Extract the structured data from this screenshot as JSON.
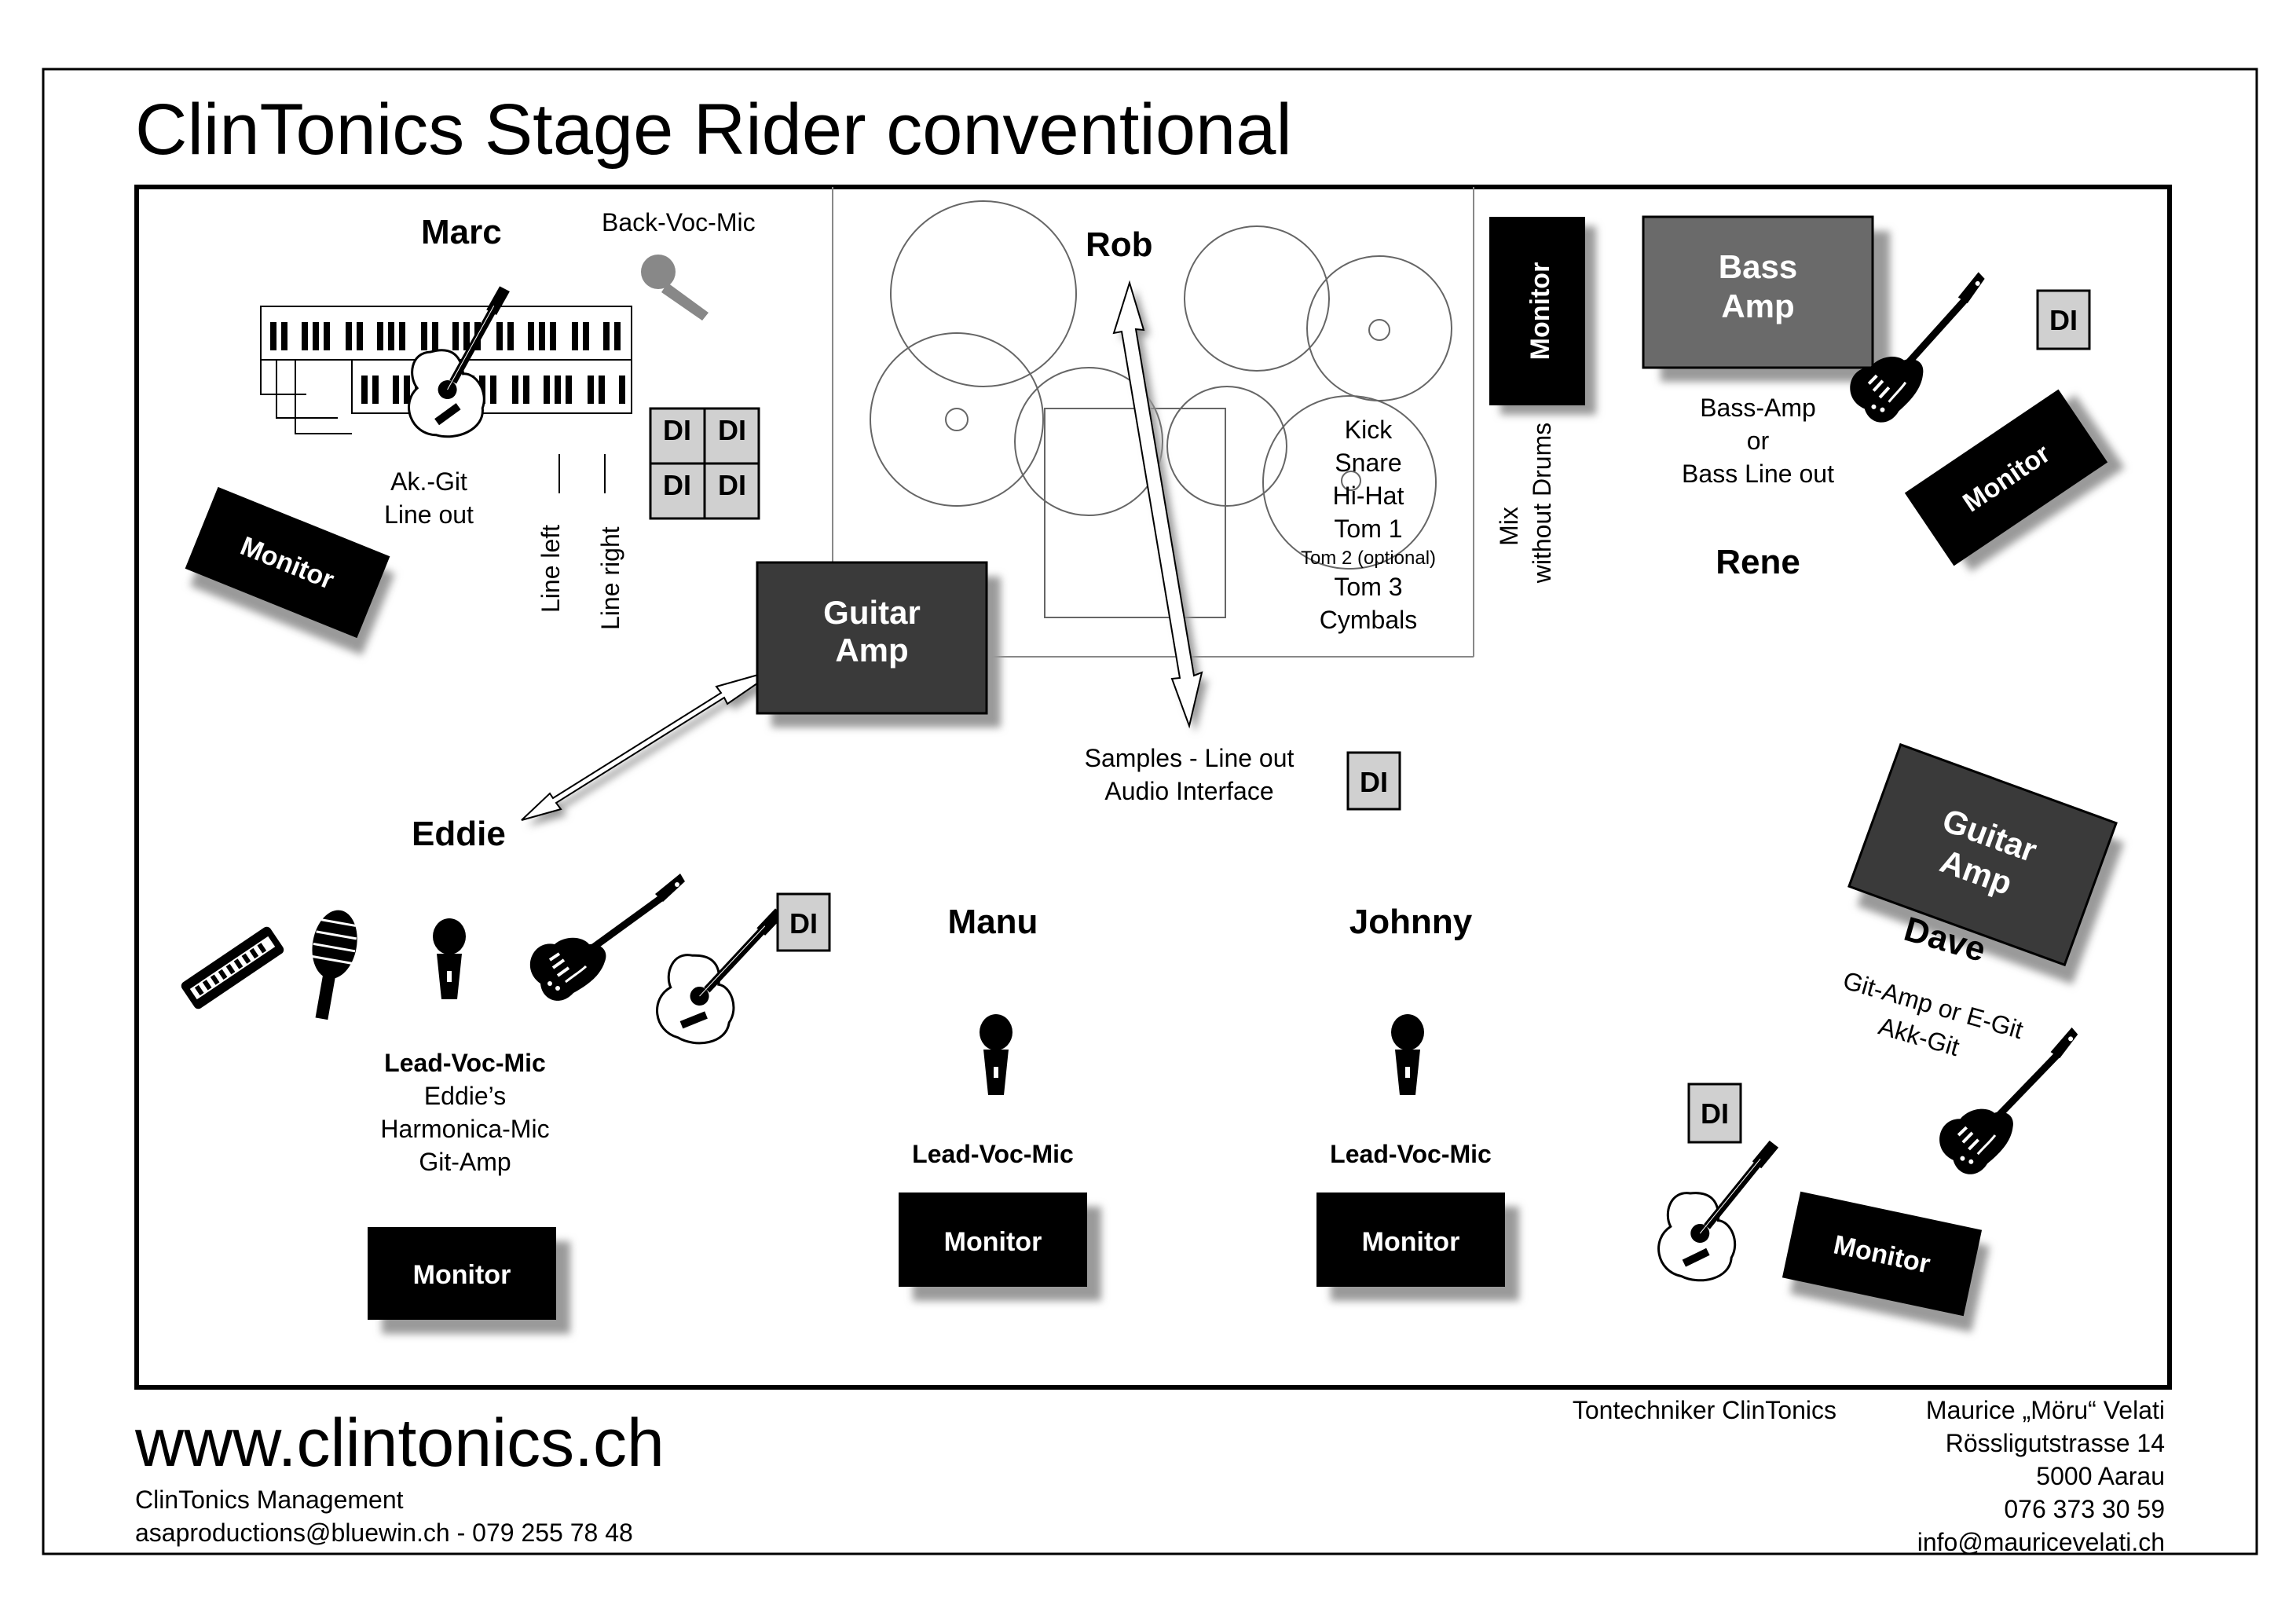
{
  "title": "ClinTonics Stage Rider conventional",
  "footer": {
    "website": "www.clintonics.ch",
    "management": "ClinTonics Management",
    "management_contact": "asaproductions@bluewin.ch - 079 255 78 48",
    "technician_label": "Tontechniker ClinTonics",
    "tech_name": "Maurice „Möru“ Velati",
    "tech_street": "Rössligutstrasse 14",
    "tech_city": "5000 Aarau",
    "tech_phone": "076 373 30 59",
    "tech_email": "info@mauricevelati.ch"
  },
  "musicians": {
    "marc": "Marc",
    "rob": "Rob",
    "rene": "Rene",
    "eddie": "Eddie",
    "manu": "Manu",
    "johnny": "Johnny",
    "dave": "Dave"
  },
  "labels": {
    "back_voc_mic": "Back-Voc-Mic",
    "ak_git": "Ak.-Git",
    "line_out": "Line out",
    "line_left": "Line left",
    "line_right": "Line right",
    "monitor": "Monitor",
    "di": "DI",
    "guitar": "Guitar",
    "amp": "Amp",
    "bass": "Bass",
    "mix": "Mix",
    "without_drums": "without Drums",
    "bass_amp": "Bass-Amp",
    "or": "or",
    "bass_line_out": "Bass Line out",
    "samples_line_out": "Samples - Line out",
    "audio_interface": "Audio Interface",
    "lead_voc_mic": "Lead-Voc-Mic",
    "eddies": "Eddie’s",
    "harmonica_mic": "Harmonica-Mic",
    "git_amp": "Git-Amp",
    "git_amp_or_egit": "Git-Amp or E-Git",
    "akk_git": "Akk-Git"
  },
  "drums": [
    "Kick",
    "Snare",
    "Hi-Hat",
    "Tom 1",
    "Tom 2 (optional)",
    "Tom 3",
    "Cymbals"
  ],
  "colors": {
    "amp_dark": "#3a3a3a",
    "bass_amp": "#6a6a6a",
    "di_fill": "#d0d0d0",
    "monitor": "#000000",
    "shadow": "#9a9a9a"
  },
  "icons": [
    "keyboard-icon",
    "acoustic-guitar-icon",
    "electric-guitar-icon",
    "bass-guitar-icon",
    "microphone-icon",
    "vintage-microphone-icon",
    "harmonica-icon",
    "drum-kit-icon"
  ]
}
